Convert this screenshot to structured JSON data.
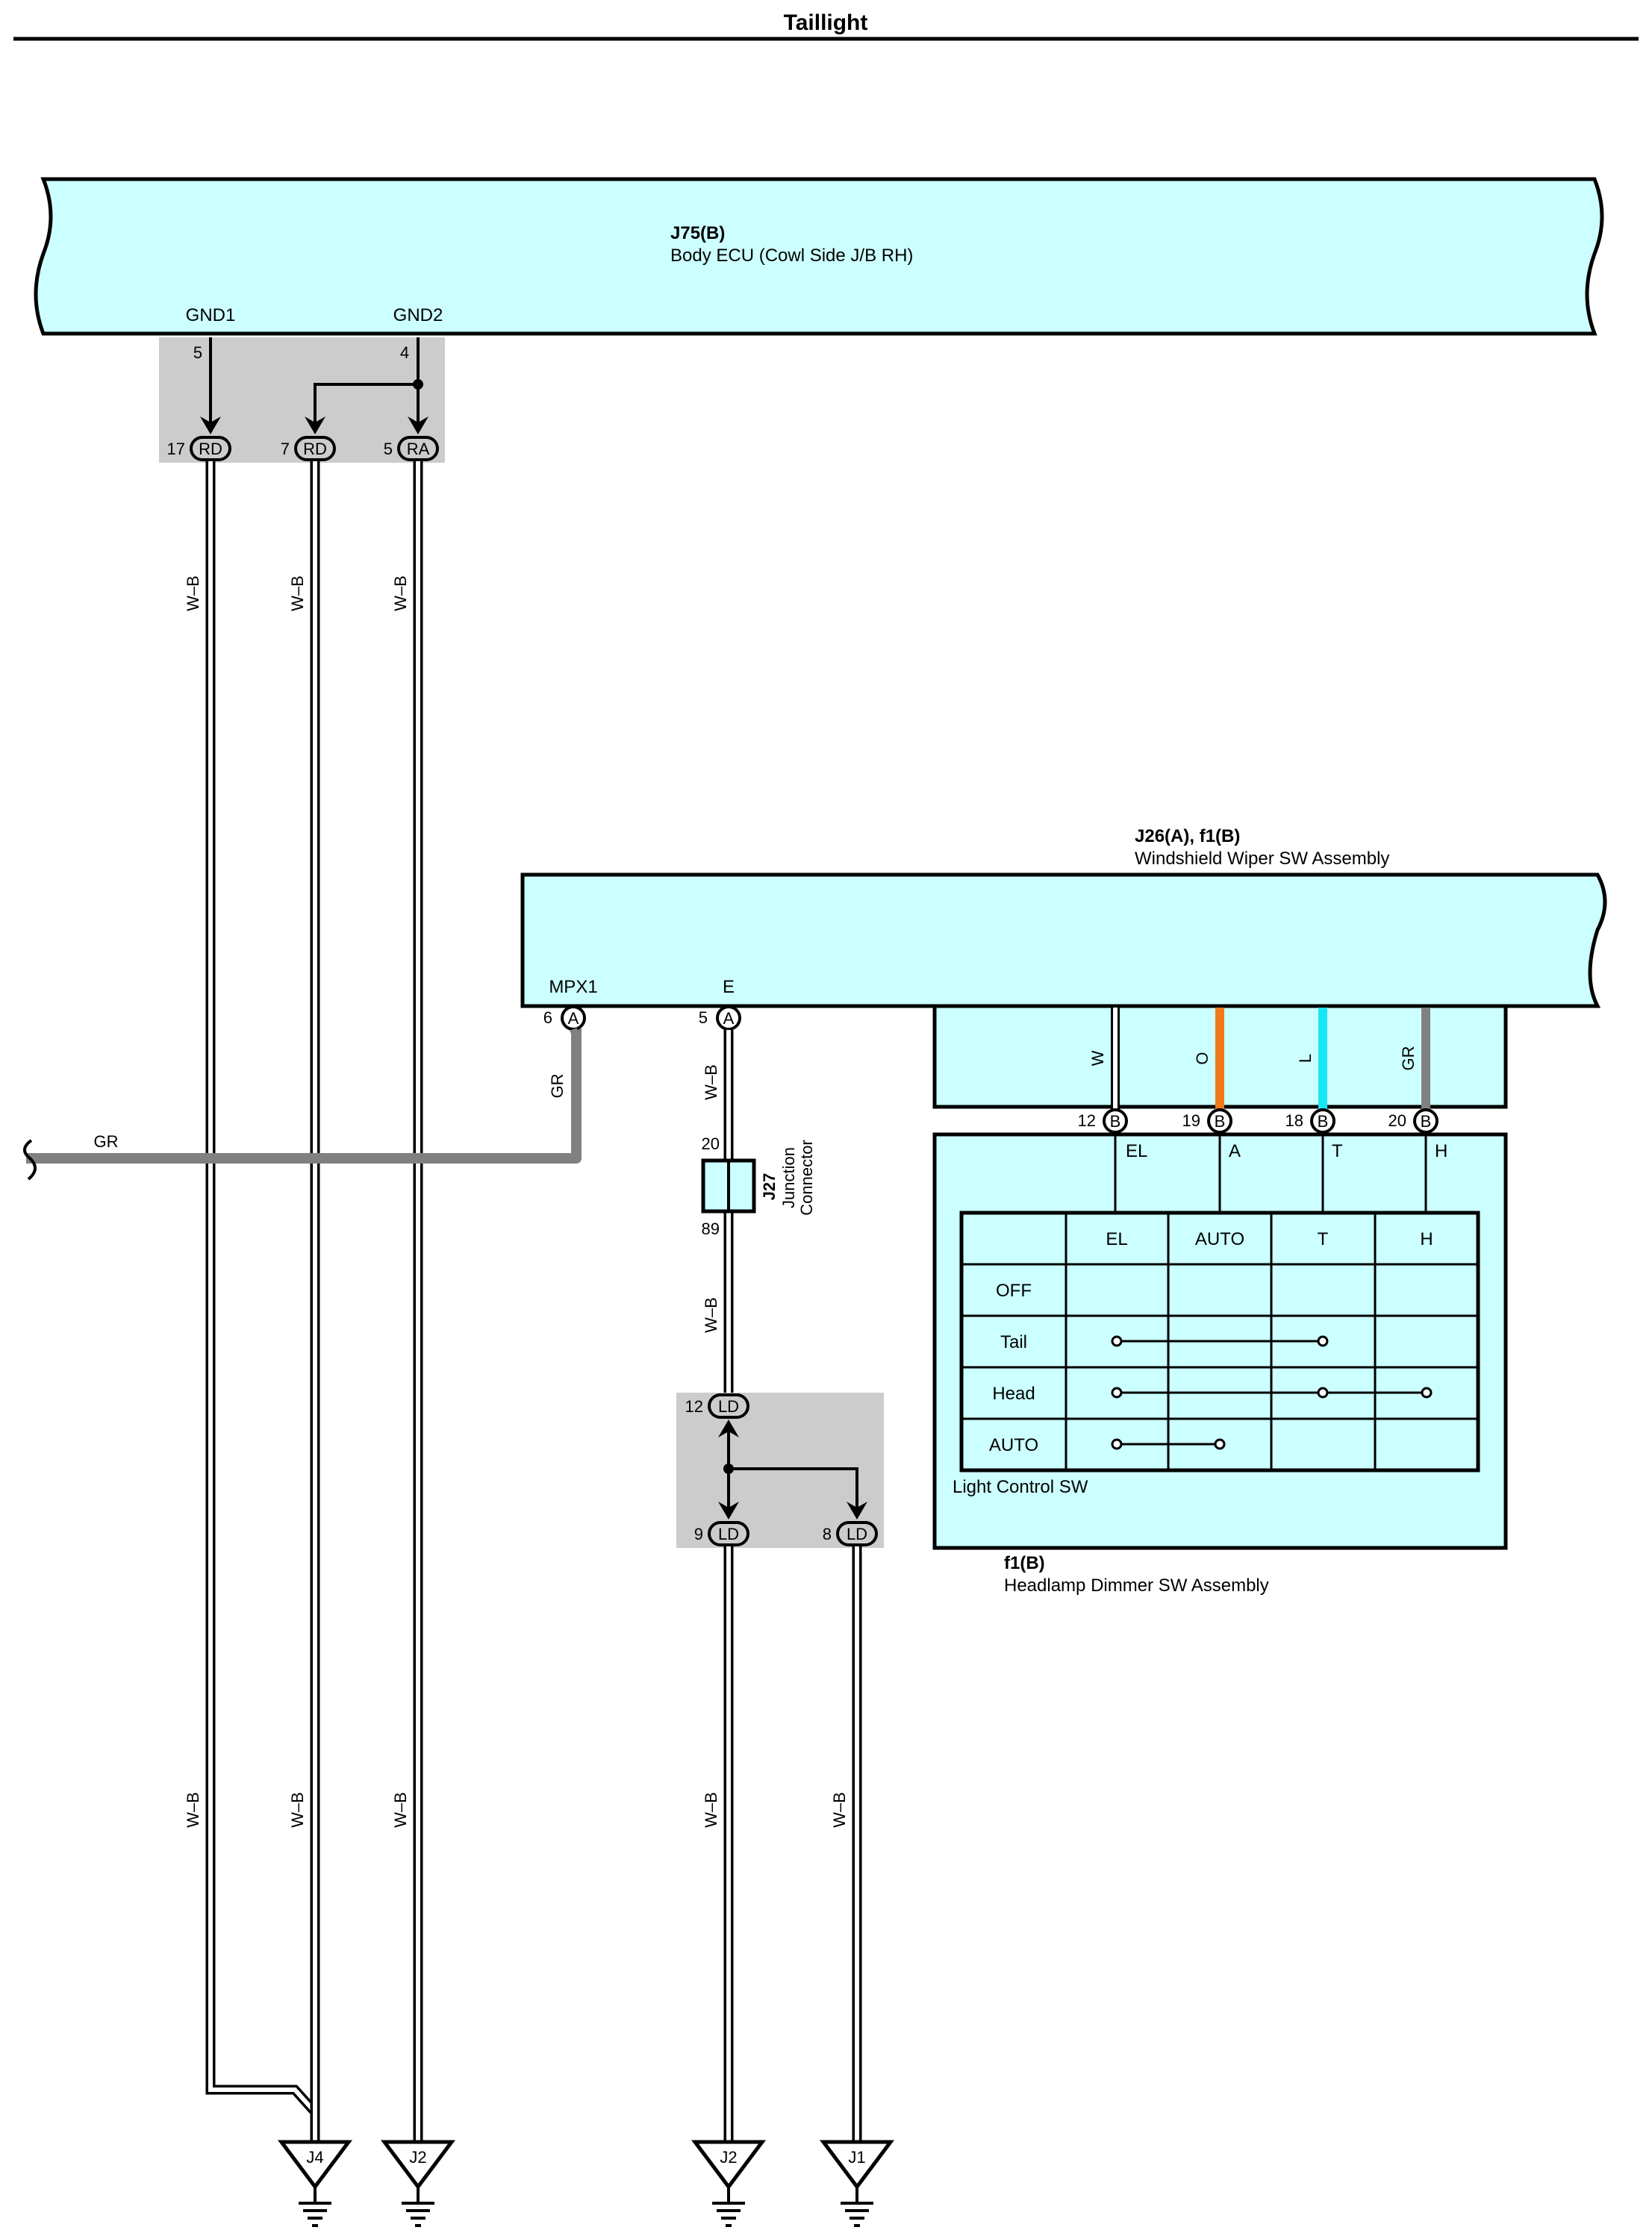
{
  "title": "Taillight",
  "body_ecu": {
    "code": "J75(B)",
    "name": "Body ECU (Cowl Side J/B RH)",
    "pins": [
      {
        "label": "GND1",
        "num": "5"
      },
      {
        "label": "GND2",
        "num": "4"
      }
    ]
  },
  "ecu_connectors": [
    {
      "num": "17",
      "code": "RD"
    },
    {
      "num": "7",
      "code": "RD"
    },
    {
      "num": "5",
      "code": "RA"
    }
  ],
  "wiper_assembly": {
    "code": "J26(A), f1(B)",
    "name": "Windshield Wiper SW Assembly",
    "pins": [
      {
        "label": "MPX1",
        "num": "6",
        "conn": "A"
      },
      {
        "label": "E",
        "num": "5",
        "conn": "A"
      }
    ]
  },
  "inner_wires": [
    {
      "color_code": "W",
      "color": "#ffffff"
    },
    {
      "color_code": "O",
      "color": "#f07a1a"
    },
    {
      "color_code": "L",
      "color": "#19e6f2"
    },
    {
      "color_code": "GR",
      "color": "#808080"
    }
  ],
  "dimmer_pins": [
    {
      "num": "12",
      "conn": "B",
      "label": "EL"
    },
    {
      "num": "19",
      "conn": "B",
      "label": "A"
    },
    {
      "num": "18",
      "conn": "B",
      "label": "T"
    },
    {
      "num": "20",
      "conn": "B",
      "label": "H"
    }
  ],
  "switch_table": {
    "columns": [
      "",
      "EL",
      "AUTO",
      "T",
      "H"
    ],
    "rows": [
      "OFF",
      "Tail",
      "Head",
      "AUTO"
    ],
    "caption": "Light Control SW"
  },
  "dimmer": {
    "code": "f1(B)",
    "name": "Headlamp Dimmer SW Assembly"
  },
  "junction": {
    "code": "J27",
    "name_line1": "Junction",
    "name_line2": "Connector",
    "pin_top": "20",
    "pin_bottom": "89"
  },
  "splice_connectors": [
    {
      "num": "12",
      "code": "LD"
    },
    {
      "num": "9",
      "code": "LD"
    },
    {
      "num": "8",
      "code": "LD"
    }
  ],
  "wire_labels": {
    "wb": "W–B",
    "gr": "GR"
  },
  "grounds": [
    "J4",
    "J2",
    "J2",
    "J1"
  ],
  "colors": {
    "component_fill": "#ccffff",
    "splice_fill": "#cccccc",
    "gr_wire": "#808080"
  }
}
